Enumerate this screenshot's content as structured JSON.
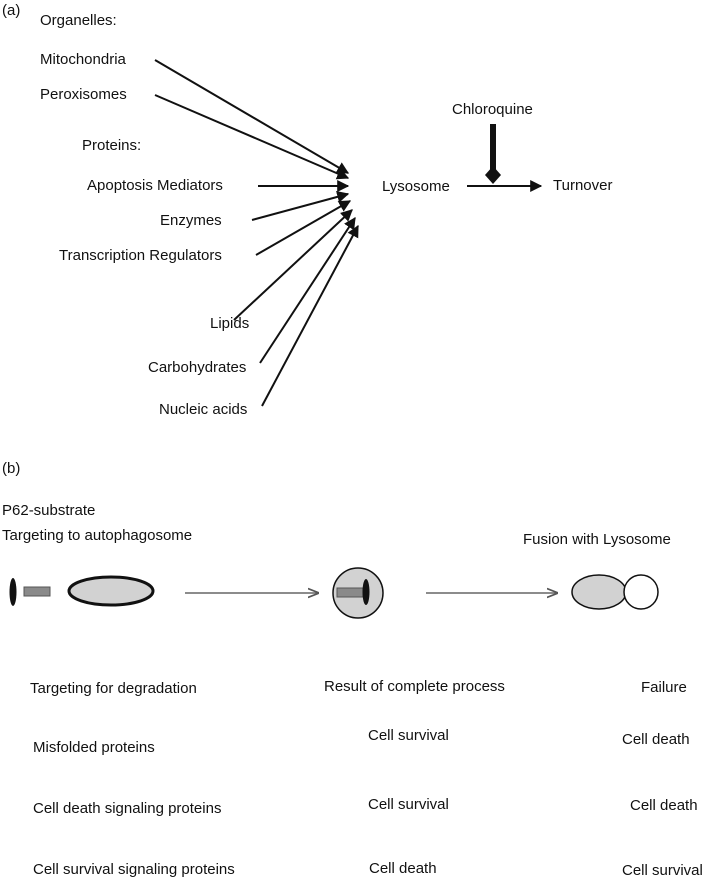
{
  "panel_a": {
    "label": "(a)",
    "organelles_heading": "Organelles:",
    "organelles": [
      "Mitochondria",
      "Peroxisomes"
    ],
    "proteins_heading": "Proteins:",
    "proteins": [
      "Apoptosis Mediators",
      "Enzymes",
      "Transcription Regulators"
    ],
    "other": [
      "Lipids",
      "Carbohydrates",
      "Nucleic acids"
    ],
    "lysosome": "Lysosome",
    "inhibitor": "Chloroquine",
    "outcome": "Turnover"
  },
  "panel_b": {
    "label": "(b)",
    "substrate": "P62-substrate",
    "step1": "Targeting to autophagosome",
    "step2": "Fusion with Lysosome",
    "table": {
      "headers": [
        "Targeting for degradation",
        "Result of complete process",
        "Failure"
      ],
      "rows": [
        [
          "Misfolded proteins",
          "Cell survival",
          "Cell death"
        ],
        [
          "Cell death signaling proteins",
          "Cell survival",
          "Cell death"
        ],
        [
          "Cell survival signaling proteins",
          "Cell death",
          "Cell survival"
        ]
      ]
    }
  },
  "colors": {
    "ink": "#111111",
    "fill_gray": "#d2d2d2",
    "rod_gray": "#8a8a8a"
  }
}
